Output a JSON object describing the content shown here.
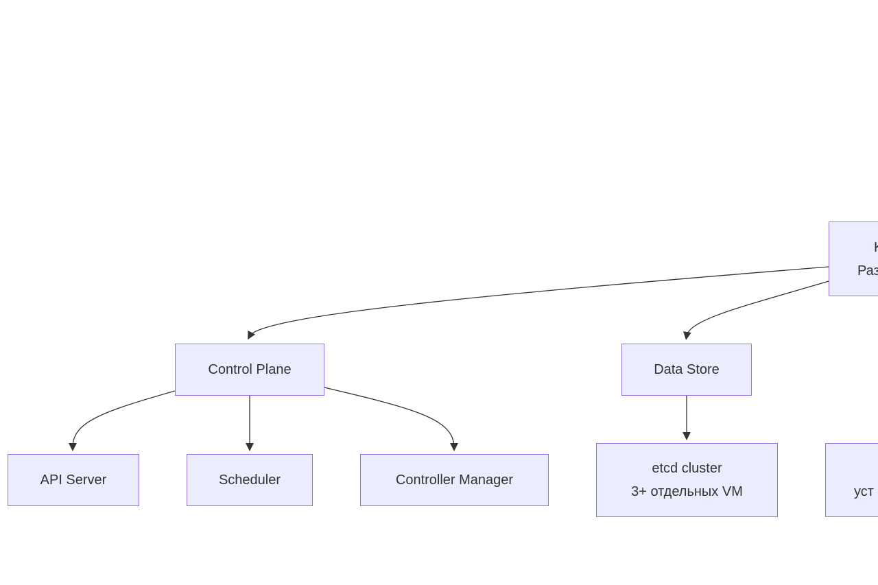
{
  "diagram": {
    "colors": {
      "node_fill": "#ececff",
      "node_border": "#9370db",
      "edge": "#333333",
      "text": "#333333"
    },
    "nodes": {
      "root": {
        "line1": "K",
        "line2": "Раз"
      },
      "control_plane": {
        "label": "Control Plane"
      },
      "data_store": {
        "label": "Data Store"
      },
      "api_server": {
        "label": "API Server"
      },
      "scheduler": {
        "label": "Scheduler"
      },
      "controller_manager": {
        "label": "Controller Manager"
      },
      "etcd_cluster": {
        "line1": "etcd cluster",
        "line2": "3+ отдельных VM"
      },
      "partial_right": {
        "line1": "",
        "line2": "уст"
      }
    },
    "edges": [
      {
        "from": "root",
        "to": "control_plane"
      },
      {
        "from": "root",
        "to": "data_store"
      },
      {
        "from": "control_plane",
        "to": "api_server"
      },
      {
        "from": "control_plane",
        "to": "scheduler"
      },
      {
        "from": "control_plane",
        "to": "controller_manager"
      },
      {
        "from": "data_store",
        "to": "etcd_cluster"
      }
    ]
  }
}
